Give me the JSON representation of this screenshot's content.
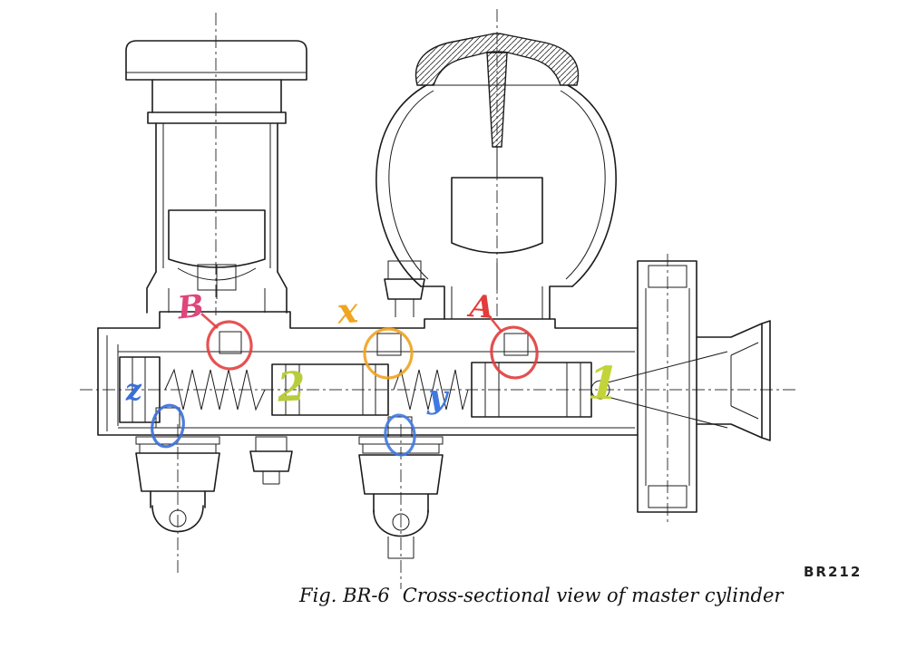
{
  "figure": {
    "prefix": "Fig. BR-6",
    "title": "Cross-sectional view of master cylinder",
    "code": "BR212"
  },
  "annotations": {
    "labels": [
      {
        "id": "B",
        "text": "B",
        "color": "#e0457b"
      },
      {
        "id": "x",
        "text": "x",
        "color": "#f0a522"
      },
      {
        "id": "A",
        "text": "A",
        "color": "#e23c3c"
      },
      {
        "id": "z",
        "text": "z",
        "color": "#3b6fd8"
      },
      {
        "id": "2",
        "text": "2",
        "color": "#b9cc3c"
      },
      {
        "id": "y",
        "text": "y",
        "color": "#4079e0"
      },
      {
        "id": "1",
        "text": "1",
        "color": "#c3d438"
      }
    ],
    "circles": [
      {
        "id": "circle-B",
        "color": "#e34040"
      },
      {
        "id": "circle-x",
        "color": "#efa21f"
      },
      {
        "id": "circle-A",
        "color": "#e23c3c"
      },
      {
        "id": "circle-z",
        "color": "#3b6fd8"
      },
      {
        "id": "circle-y",
        "color": "#4079e0"
      }
    ]
  }
}
